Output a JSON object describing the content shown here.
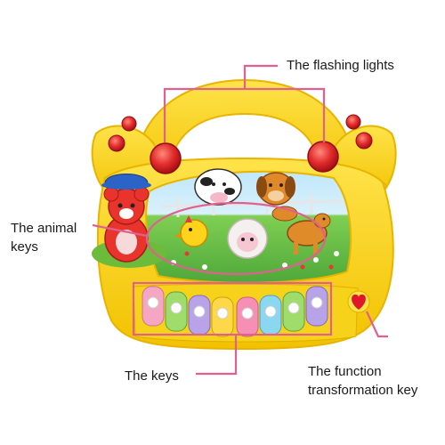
{
  "labels": {
    "flashing_lights": "The flashing lights",
    "animal_keys_line1": "The animal",
    "animal_keys_line2": "keys",
    "keys": "The keys",
    "function_key_line1": "The function",
    "function_key_line2": "transformation key"
  },
  "colors": {
    "callout": "#e0608f",
    "toy_body": "#f7d21a",
    "toy_edge": "#e8b400",
    "light_red": "#e32d2d",
    "screen_green": "#6cc24a",
    "screen_sky": "#bfe7fb"
  },
  "icons": {
    "bear": "bear-figure",
    "cow": "cow-icon",
    "dog": "dog-icon",
    "chick": "chick-icon",
    "sheep": "sheep-icon",
    "horse": "horse-icon",
    "heart": "heart-button-icon"
  }
}
